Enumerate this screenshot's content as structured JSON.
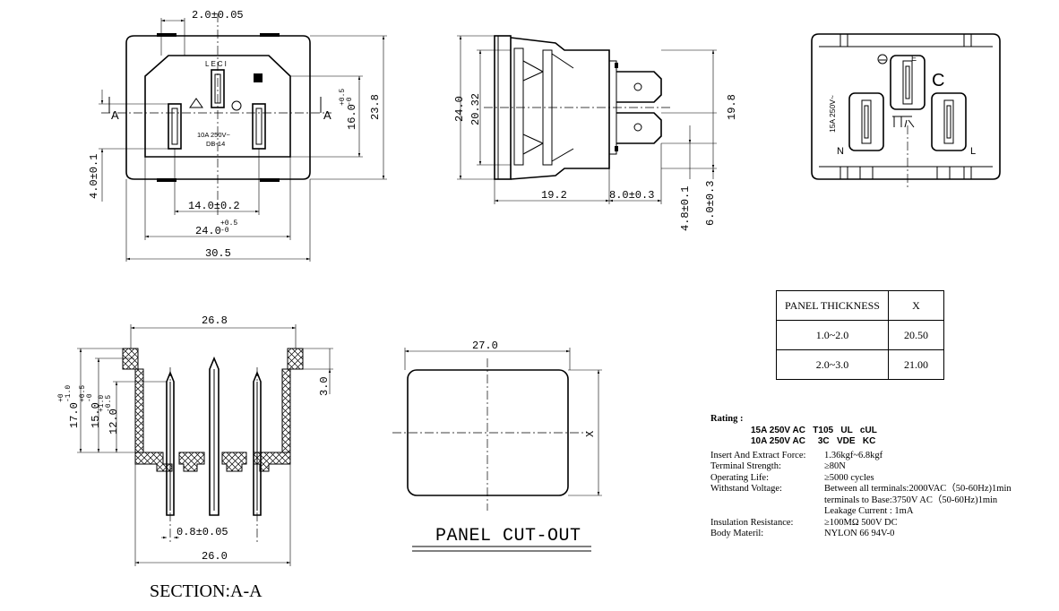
{
  "top_front": {
    "dim_top": "2.0±0.05",
    "dim_14": "14.0±0.2",
    "dim_24_base": "24.0",
    "dim_24_tol": "+0.5",
    "dim_24_tol2": "-0",
    "dim_30": "30.5",
    "dim_4": "4.0±0.1",
    "dim_16_base": "16.0",
    "dim_16_tol": "+0.5",
    "dim_16_tol2": "-0",
    "dim_23": "23.8",
    "section_a_left": "A",
    "section_a_right": "A",
    "brand_text": "LECI",
    "rating_text": "10A 250V~",
    "model_text": "DB-14"
  },
  "side_view": {
    "dim_24": "24.0",
    "dim_20": "20.32",
    "dim_19_8": "19.8",
    "dim_19_2": "19.2",
    "dim_8": "8.0±0.3",
    "dim_4_8": "4.8±0.1",
    "dim_6": "6.0±0.3"
  },
  "back_view": {
    "label_e": "E",
    "label_c": "C",
    "label_n": "N",
    "label_l": "L",
    "label_rating": "15A 250V~"
  },
  "section": {
    "dim_26_8": "26.8",
    "dim_26": "26.0",
    "dim_0_8": "0.8±0.05",
    "dim_3": "3.0",
    "dim_17_base": "17.0",
    "dim_17_tol": "+0",
    "dim_17_tol2": "-1.0",
    "dim_15_base": "15.0",
    "dim_15_tol": "+0.5",
    "dim_15_tol2": "-0",
    "dim_12_base": "12.0",
    "dim_12_tol": "+1.0",
    "dim_12_tol2": "-0.5",
    "title": "SECTION:A-A"
  },
  "cutout": {
    "dim_27": "27.0",
    "dim_x": "X",
    "title": "PANEL CUT-OUT"
  },
  "panel_table": {
    "header": [
      "PANEL THICKNESS",
      "X"
    ],
    "rows": [
      [
        "1.0~2.0",
        "20.50"
      ],
      [
        "2.0~3.0",
        "21.00"
      ]
    ]
  },
  "specs": {
    "rating_label": "Rating :",
    "rating_lines": [
      "15A 250V AC   T105   UL   cUL",
      "10A 250V AC     3C   VDE   KC"
    ],
    "items": [
      {
        "label": "Insert And Extract Force:",
        "value": "1.36kgf~6.8kgf"
      },
      {
        "label": "Terminal  Strength:",
        "value": "≥80N"
      },
      {
        "label": "Operating Life:",
        "value": "≥5000  cycles"
      },
      {
        "label": "Withstand Voltage:",
        "value": "Between all terminals:2000VAC（50-60Hz)1min"
      },
      {
        "label": "",
        "value": "terminals to Base:3750V AC（50-60Hz)1min"
      },
      {
        "label": "",
        "value": "Leakage Current :  1mA"
      },
      {
        "label": "Insulation Resistance:",
        "value": "≥100MΩ  500V DC"
      },
      {
        "label": "Body Materil:",
        "value": "NYLON 66  94V-0"
      }
    ]
  }
}
